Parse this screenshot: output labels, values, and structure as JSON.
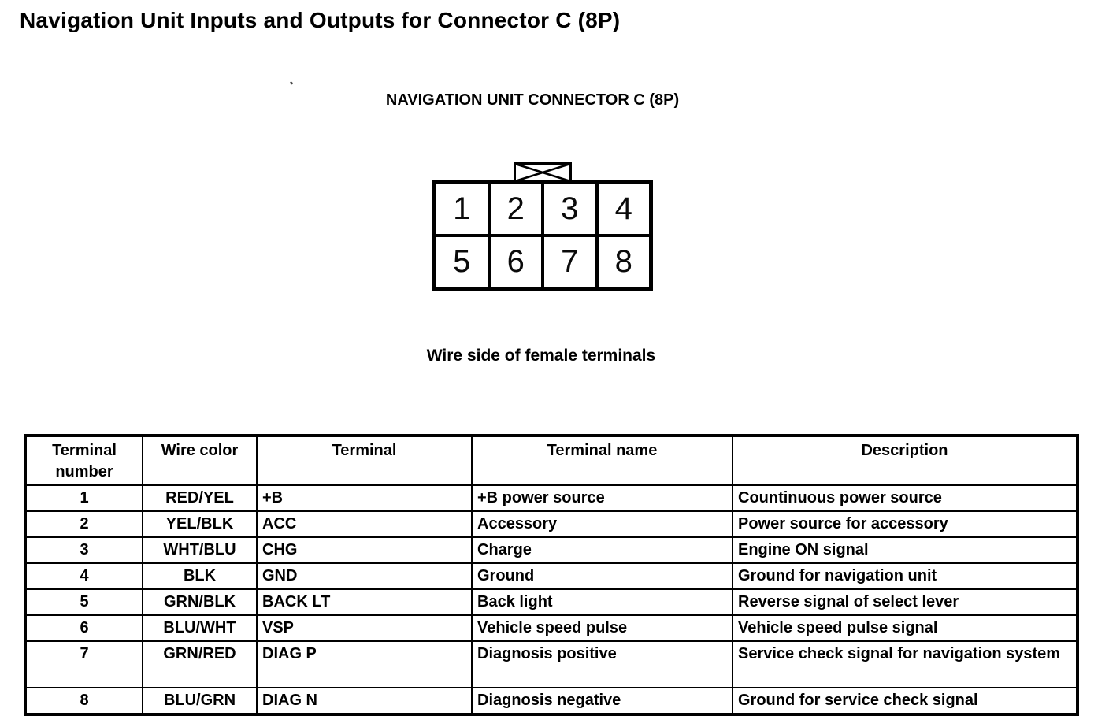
{
  "page": {
    "title": "Navigation Unit Inputs and Outputs for Connector C (8P)"
  },
  "colors": {
    "ink": "#000000",
    "paper": "#ffffff"
  },
  "diagram": {
    "heading": "NAVIGATION UNIT CONNECTOR C (8P)",
    "caption": "Wire side of female terminals",
    "pins": [
      "1",
      "2",
      "3",
      "4",
      "5",
      "6",
      "7",
      "8"
    ]
  },
  "table": {
    "headers": [
      "Terminal number",
      "Wire color",
      "Terminal",
      "Terminal name",
      "Description"
    ],
    "rows": [
      {
        "terminal_number": "1",
        "wire_color": "RED/YEL",
        "terminal": "+B",
        "terminal_name": "+B power source",
        "description": "Countinuous power source"
      },
      {
        "terminal_number": "2",
        "wire_color": "YEL/BLK",
        "terminal": "ACC",
        "terminal_name": "Accessory",
        "description": "Power source for accessory"
      },
      {
        "terminal_number": "3",
        "wire_color": "WHT/BLU",
        "terminal": "CHG",
        "terminal_name": "Charge",
        "description": "Engine ON signal"
      },
      {
        "terminal_number": "4",
        "wire_color": "BLK",
        "terminal": "GND",
        "terminal_name": "Ground",
        "description": "Ground for navigation unit"
      },
      {
        "terminal_number": "5",
        "wire_color": "GRN/BLK",
        "terminal": "BACK LT",
        "terminal_name": "Back light",
        "description": "Reverse signal of select lever"
      },
      {
        "terminal_number": "6",
        "wire_color": "BLU/WHT",
        "terminal": "VSP",
        "terminal_name": "Vehicle speed pulse",
        "description": "Vehicle speed pulse signal"
      },
      {
        "terminal_number": "7",
        "wire_color": "GRN/RED",
        "terminal": "DIAG P",
        "terminal_name": "Diagnosis positive",
        "description": "Service check signal for navigation system"
      },
      {
        "terminal_number": "8",
        "wire_color": "BLU/GRN",
        "terminal": "DIAG N",
        "terminal_name": "Diagnosis negative",
        "description": "Ground for service check signal"
      }
    ]
  }
}
